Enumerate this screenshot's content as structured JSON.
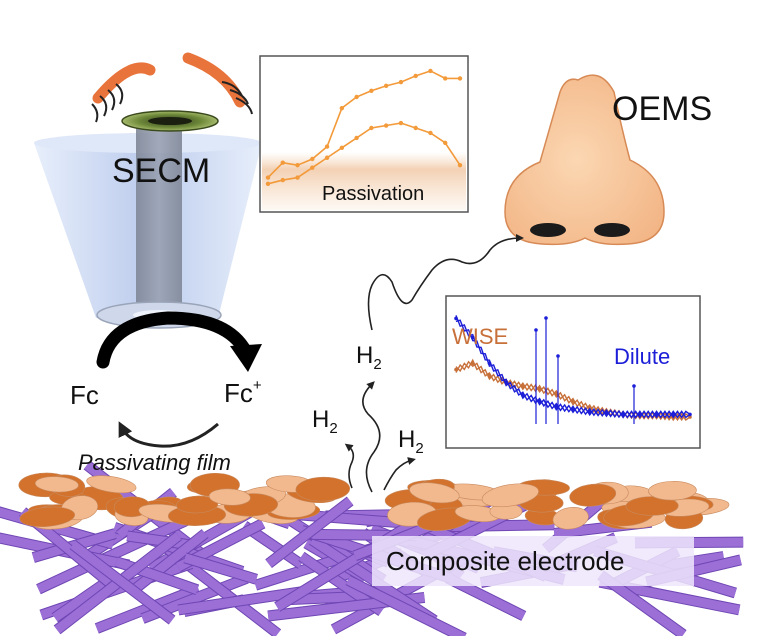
{
  "labels": {
    "secm": "SECM",
    "oems": "OEMS",
    "passivation": "Passivation",
    "wise": "WISE",
    "dilute": "Dilute",
    "fc": "Fc",
    "fc_plus": "Fc",
    "fc_plus_charge": "+",
    "h2_top": "H",
    "h2_top_sub": "2",
    "h2_left": "H",
    "h2_left_sub": "2",
    "h2_right": "H",
    "h2_right_sub": "2",
    "passivating_film": "Passivating film",
    "composite_electrode": "Composite electrode"
  },
  "colors": {
    "orange_line": "#f39a3a",
    "wise_trace": "#c8703a",
    "dilute_trace": "#1c1ed8",
    "wise_label": "#c8703a",
    "dilute_label": "#1c1ed8",
    "fiber": "#9b6fd6",
    "film_light": "#f2b98f",
    "film_dark": "#d2722c",
    "nose": "#f9c79a",
    "cone": "#c6d4ee"
  },
  "chart_data": [
    {
      "type": "line",
      "title": "",
      "annotation": "Passivation",
      "series": [
        {
          "name": "",
          "x": [
            0,
            1,
            2,
            3,
            4,
            5,
            6,
            7,
            8,
            9,
            10,
            11,
            12,
            13
          ],
          "y": [
            0.1,
            0.22,
            0.2,
            0.25,
            0.35,
            0.66,
            0.75,
            0.8,
            0.84,
            0.87,
            0.92,
            0.96,
            0.9,
            0.9
          ]
        },
        {
          "name": "",
          "x": [
            0,
            1,
            2,
            3,
            4,
            5,
            6,
            7,
            8,
            9,
            10,
            11,
            12,
            13
          ],
          "y": [
            0.05,
            0.08,
            0.1,
            0.18,
            0.26,
            0.34,
            0.42,
            0.5,
            0.52,
            0.54,
            0.5,
            0.46,
            0.38,
            0.2
          ]
        }
      ]
    },
    {
      "type": "line",
      "title": "",
      "series": [
        {
          "name": "WISE",
          "x": [
            0,
            1,
            2,
            3,
            4,
            5,
            6,
            7,
            8,
            9,
            10,
            11,
            12,
            13,
            14
          ],
          "y": [
            0.55,
            0.6,
            0.5,
            0.45,
            0.42,
            0.4,
            0.36,
            0.3,
            0.25,
            0.22,
            0.2,
            0.19,
            0.19,
            0.18,
            0.18
          ]
        },
        {
          "name": "Dilute",
          "x": [
            0,
            1,
            2,
            3,
            4,
            5,
            6,
            7,
            8,
            9,
            10,
            11,
            12,
            13,
            14
          ],
          "y": [
            0.95,
            0.8,
            0.6,
            0.45,
            0.35,
            0.3,
            0.26,
            0.24,
            0.22,
            0.21,
            0.2,
            0.2,
            0.2,
            0.2,
            0.2
          ]
        }
      ]
    }
  ]
}
